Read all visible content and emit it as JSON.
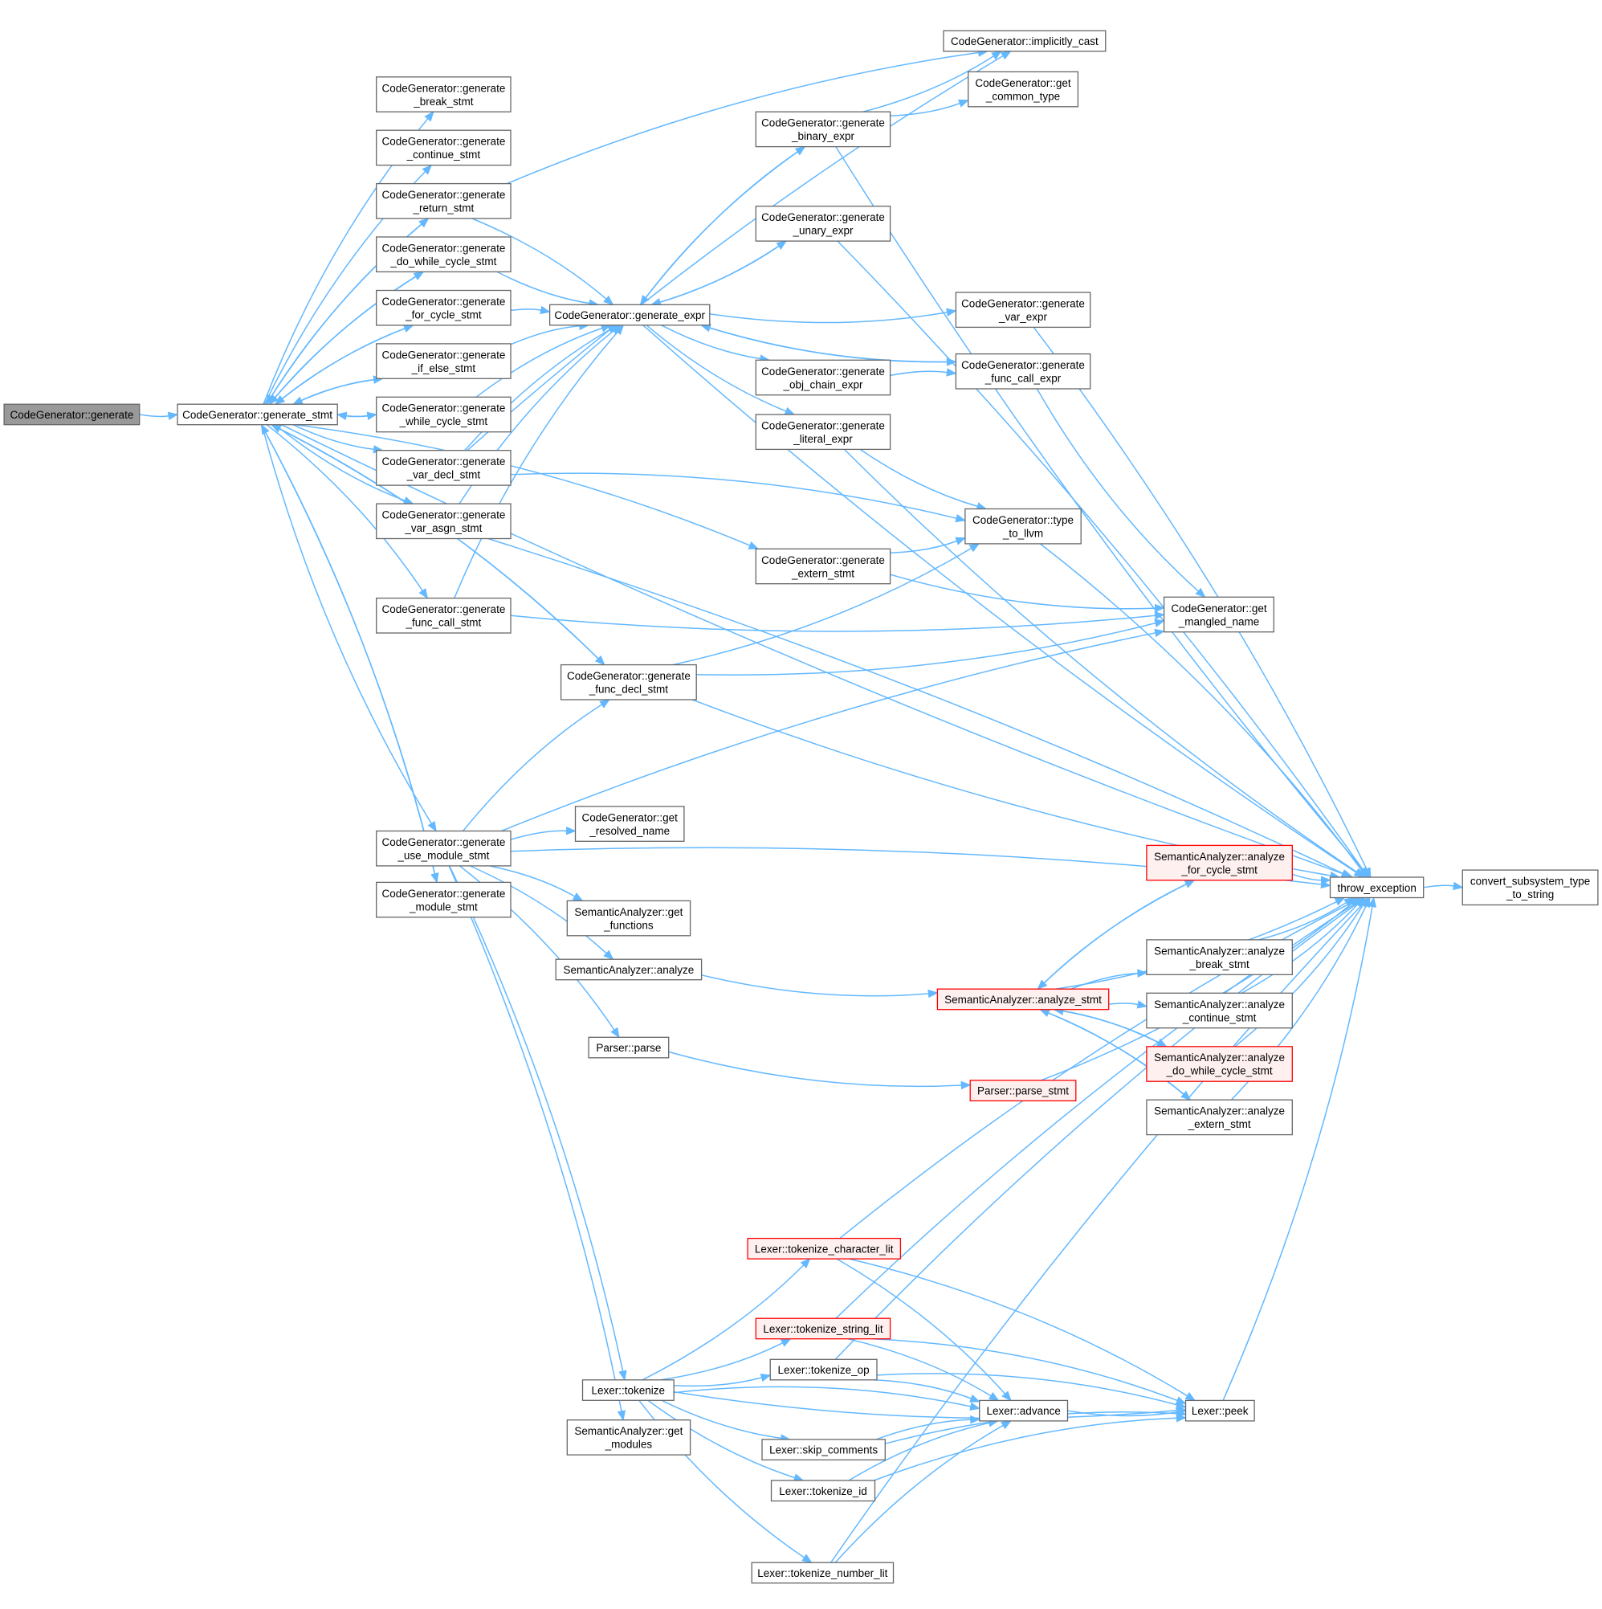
{
  "graph": {
    "colors": {
      "edge": "#63b8ff",
      "node_border": "#666666",
      "root_fill": "#999999",
      "red_border": "#ff0000",
      "red_fill": "#fff0f0"
    },
    "nodes": {
      "gen": {
        "lines": [
          "CodeGenerator::generate"
        ],
        "style": "root"
      },
      "stmt": {
        "lines": [
          "CodeGenerator::generate_stmt"
        ]
      },
      "brk": {
        "lines": [
          "CodeGenerator::generate",
          "_break_stmt"
        ]
      },
      "cont": {
        "lines": [
          "CodeGenerator::generate",
          "_continue_stmt"
        ]
      },
      "ret": {
        "lines": [
          "CodeGenerator::generate",
          "_return_stmt"
        ]
      },
      "dowhile": {
        "lines": [
          "CodeGenerator::generate",
          "_do_while_cycle_stmt"
        ]
      },
      "forc": {
        "lines": [
          "CodeGenerator::generate",
          "_for_cycle_stmt"
        ]
      },
      "ifelse": {
        "lines": [
          "CodeGenerator::generate",
          "_if_else_stmt"
        ]
      },
      "whilec": {
        "lines": [
          "CodeGenerator::generate",
          "_while_cycle_stmt"
        ]
      },
      "vardecl": {
        "lines": [
          "CodeGenerator::generate",
          "_var_decl_stmt"
        ]
      },
      "varasgn": {
        "lines": [
          "CodeGenerator::generate",
          "_var_asgn_stmt"
        ]
      },
      "fcallstmt": {
        "lines": [
          "CodeGenerator::generate",
          "_func_call_stmt"
        ]
      },
      "usemod": {
        "lines": [
          "CodeGenerator::generate",
          "_use_module_stmt"
        ]
      },
      "modstmt": {
        "lines": [
          "CodeGenerator::generate",
          "_module_stmt"
        ]
      },
      "expr": {
        "lines": [
          "CodeGenerator::generate_expr"
        ]
      },
      "fdecl": {
        "lines": [
          "CodeGenerator::generate",
          "_func_decl_stmt"
        ]
      },
      "resolved": {
        "lines": [
          "CodeGenerator::get",
          "_resolved_name"
        ]
      },
      "safuncs": {
        "lines": [
          "SemanticAnalyzer::get",
          "_functions"
        ]
      },
      "saanalyze": {
        "lines": [
          "SemanticAnalyzer::analyze"
        ]
      },
      "pparse": {
        "lines": [
          "Parser::parse"
        ]
      },
      "ltok": {
        "lines": [
          "Lexer::tokenize"
        ]
      },
      "samods": {
        "lines": [
          "SemanticAnalyzer::get",
          "_modules"
        ]
      },
      "implcast": {
        "lines": [
          "CodeGenerator::implicitly_cast"
        ]
      },
      "common": {
        "lines": [
          "CodeGenerator::get",
          "_common_type"
        ]
      },
      "binexpr": {
        "lines": [
          "CodeGenerator::generate",
          "_binary_expr"
        ]
      },
      "unexpr": {
        "lines": [
          "CodeGenerator::generate",
          "_unary_expr"
        ]
      },
      "varexpr": {
        "lines": [
          "CodeGenerator::generate",
          "_var_expr"
        ]
      },
      "fcallexpr": {
        "lines": [
          "CodeGenerator::generate",
          "_func_call_expr"
        ]
      },
      "objchain": {
        "lines": [
          "CodeGenerator::generate",
          "_obj_chain_expr"
        ]
      },
      "litexpr": {
        "lines": [
          "CodeGenerator::generate",
          "_literal_expr"
        ]
      },
      "typellvm": {
        "lines": [
          "CodeGenerator::type",
          "_to_llvm"
        ]
      },
      "extstmt": {
        "lines": [
          "CodeGenerator::generate",
          "_extern_stmt"
        ]
      },
      "mangled": {
        "lines": [
          "CodeGenerator::get",
          "_mangled_name"
        ]
      },
      "throwx": {
        "lines": [
          "throw_exception"
        ]
      },
      "convsub": {
        "lines": [
          "convert_subsystem_type",
          "_to_string"
        ]
      },
      "saforc": {
        "lines": [
          "SemanticAnalyzer::analyze",
          "_for_cycle_stmt"
        ],
        "style": "red"
      },
      "sastmt": {
        "lines": [
          "SemanticAnalyzer::analyze_stmt"
        ],
        "style": "red"
      },
      "sabrk": {
        "lines": [
          "SemanticAnalyzer::analyze",
          "_break_stmt"
        ]
      },
      "sacont": {
        "lines": [
          "SemanticAnalyzer::analyze",
          "_continue_stmt"
        ]
      },
      "sadowhile": {
        "lines": [
          "SemanticAnalyzer::analyze",
          "_do_while_cycle_stmt"
        ],
        "style": "red"
      },
      "saext": {
        "lines": [
          "SemanticAnalyzer::analyze",
          "_extern_stmt"
        ]
      },
      "pstmt": {
        "lines": [
          "Parser::parse_stmt"
        ],
        "style": "red"
      },
      "tokchar": {
        "lines": [
          "Lexer::tokenize_character_lit"
        ],
        "style": "red"
      },
      "tokstr": {
        "lines": [
          "Lexer::tokenize_string_lit"
        ],
        "style": "red"
      },
      "tokop": {
        "lines": [
          "Lexer::tokenize_op"
        ]
      },
      "advance": {
        "lines": [
          "Lexer::advance"
        ]
      },
      "peek": {
        "lines": [
          "Lexer::peek"
        ]
      },
      "skipc": {
        "lines": [
          "Lexer::skip_comments"
        ]
      },
      "tokid": {
        "lines": [
          "Lexer::tokenize_id"
        ]
      },
      "toknum": {
        "lines": [
          "Lexer::tokenize_number_lit"
        ]
      }
    },
    "edges": [
      [
        "gen",
        "stmt"
      ],
      [
        "stmt",
        "brk"
      ],
      [
        "stmt",
        "cont"
      ],
      [
        "stmt",
        "ret"
      ],
      [
        "stmt",
        "dowhile"
      ],
      [
        "stmt",
        "forc"
      ],
      [
        "stmt",
        "ifelse"
      ],
      [
        "stmt",
        "whilec"
      ],
      [
        "stmt",
        "vardecl"
      ],
      [
        "stmt",
        "varasgn"
      ],
      [
        "stmt",
        "fcallstmt"
      ],
      [
        "stmt",
        "usemod"
      ],
      [
        "stmt",
        "modstmt"
      ],
      [
        "stmt",
        "fdecl"
      ],
      [
        "stmt",
        "extstmt"
      ],
      [
        "stmt",
        "throwx"
      ],
      [
        "ret",
        "stmt"
      ],
      [
        "dowhile",
        "stmt"
      ],
      [
        "forc",
        "stmt"
      ],
      [
        "ifelse",
        "stmt"
      ],
      [
        "whilec",
        "stmt"
      ],
      [
        "fdecl",
        "stmt"
      ],
      [
        "modstmt",
        "stmt"
      ],
      [
        "ret",
        "implcast"
      ],
      [
        "ret",
        "expr"
      ],
      [
        "dowhile",
        "expr"
      ],
      [
        "forc",
        "expr"
      ],
      [
        "ifelse",
        "expr"
      ],
      [
        "whilec",
        "expr"
      ],
      [
        "vardecl",
        "expr"
      ],
      [
        "vardecl",
        "implcast"
      ],
      [
        "vardecl",
        "typellvm"
      ],
      [
        "varasgn",
        "expr"
      ],
      [
        "varasgn",
        "throwx"
      ],
      [
        "fcallstmt",
        "expr"
      ],
      [
        "fcallstmt",
        "mangled"
      ],
      [
        "expr",
        "binexpr"
      ],
      [
        "expr",
        "unexpr"
      ],
      [
        "expr",
        "varexpr"
      ],
      [
        "expr",
        "fcallexpr"
      ],
      [
        "expr",
        "objchain"
      ],
      [
        "expr",
        "litexpr"
      ],
      [
        "expr",
        "throwx"
      ],
      [
        "binexpr",
        "expr"
      ],
      [
        "binexpr",
        "implcast"
      ],
      [
        "binexpr",
        "common"
      ],
      [
        "binexpr",
        "throwx"
      ],
      [
        "unexpr",
        "expr"
      ],
      [
        "unexpr",
        "throwx"
      ],
      [
        "varexpr",
        "throwx"
      ],
      [
        "fcallexpr",
        "expr"
      ],
      [
        "fcallexpr",
        "mangled"
      ],
      [
        "objchain",
        "fcallexpr"
      ],
      [
        "litexpr",
        "typellvm"
      ],
      [
        "litexpr",
        "throwx"
      ],
      [
        "extstmt",
        "typellvm"
      ],
      [
        "extstmt",
        "mangled"
      ],
      [
        "typellvm",
        "throwx"
      ],
      [
        "fdecl",
        "typellvm"
      ],
      [
        "fdecl",
        "mangled"
      ],
      [
        "fdecl",
        "throwx"
      ],
      [
        "usemod",
        "fdecl"
      ],
      [
        "usemod",
        "resolved"
      ],
      [
        "usemod",
        "safuncs"
      ],
      [
        "usemod",
        "saanalyze"
      ],
      [
        "usemod",
        "pparse"
      ],
      [
        "usemod",
        "ltok"
      ],
      [
        "usemod",
        "samods"
      ],
      [
        "usemod",
        "mangled"
      ],
      [
        "usemod",
        "throwx"
      ],
      [
        "saanalyze",
        "sastmt"
      ],
      [
        "pparse",
        "pstmt"
      ],
      [
        "pstmt",
        "throwx"
      ],
      [
        "sastmt",
        "saforc"
      ],
      [
        "sastmt",
        "sabrk"
      ],
      [
        "sastmt",
        "sacont"
      ],
      [
        "sastmt",
        "sadowhile"
      ],
      [
        "sastmt",
        "saext"
      ],
      [
        "sastmt",
        "throwx"
      ],
      [
        "saforc",
        "sastmt"
      ],
      [
        "sadowhile",
        "sastmt"
      ],
      [
        "saext",
        "sastmt"
      ],
      [
        "saforc",
        "throwx"
      ],
      [
        "sabrk",
        "throwx"
      ],
      [
        "sacont",
        "throwx"
      ],
      [
        "sadowhile",
        "throwx"
      ],
      [
        "saext",
        "throwx"
      ],
      [
        "throwx",
        "convsub"
      ],
      [
        "ltok",
        "tokchar"
      ],
      [
        "ltok",
        "tokstr"
      ],
      [
        "ltok",
        "tokop"
      ],
      [
        "ltok",
        "advance"
      ],
      [
        "ltok",
        "skipc"
      ],
      [
        "ltok",
        "tokid"
      ],
      [
        "ltok",
        "toknum"
      ],
      [
        "ltok",
        "peek"
      ],
      [
        "tokchar",
        "advance"
      ],
      [
        "tokchar",
        "peek"
      ],
      [
        "tokchar",
        "throwx"
      ],
      [
        "tokstr",
        "advance"
      ],
      [
        "tokstr",
        "peek"
      ],
      [
        "tokstr",
        "throwx"
      ],
      [
        "tokop",
        "advance"
      ],
      [
        "tokop",
        "peek"
      ],
      [
        "tokop",
        "throwx"
      ],
      [
        "skipc",
        "advance"
      ],
      [
        "skipc",
        "peek"
      ],
      [
        "tokid",
        "advance"
      ],
      [
        "tokid",
        "peek"
      ],
      [
        "toknum",
        "advance"
      ],
      [
        "toknum",
        "throwx"
      ],
      [
        "advance",
        "peek"
      ],
      [
        "peek",
        "throwx"
      ]
    ]
  }
}
